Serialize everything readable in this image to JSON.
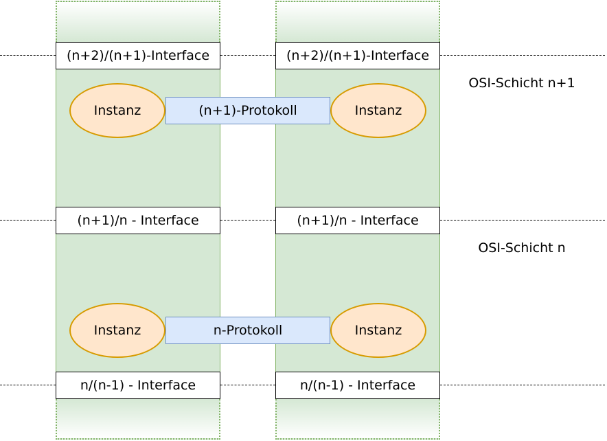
{
  "interfaces": {
    "top": "(n+2)/(n+1)-Interface",
    "middle": "(n+1)/n - Interface",
    "bottom": "n/(n-1) - Interface"
  },
  "instance_label": "Instanz",
  "protocols": {
    "upper": "(n+1)-Protokoll",
    "lower": "n-Protokoll"
  },
  "layers": {
    "upper": "OSI-Schicht n+1",
    "lower": "OSI-Schicht n"
  },
  "colors": {
    "column_fill": "#d5e8d4",
    "column_stroke": "#82b366",
    "instance_fill": "#ffe6cc",
    "instance_stroke": "#d79b00",
    "protocol_fill": "#dae8fc",
    "protocol_stroke": "#6c8ebf"
  }
}
